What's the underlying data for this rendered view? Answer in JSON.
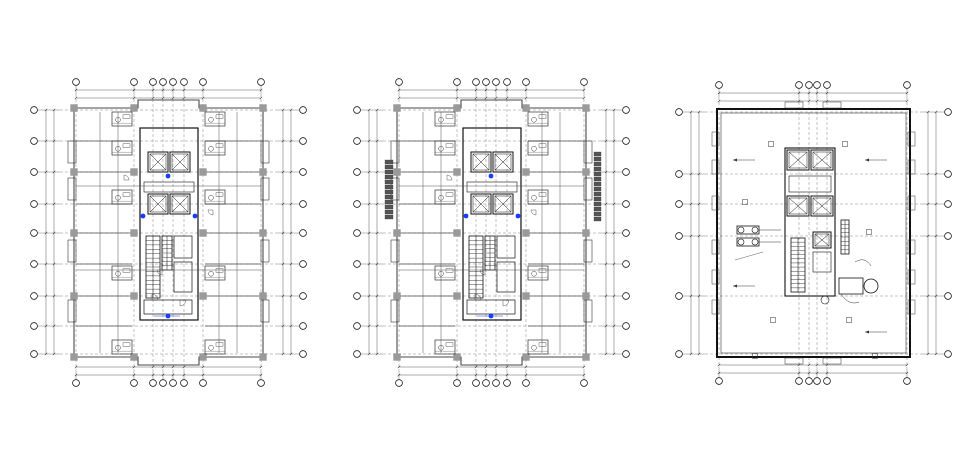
{
  "drawing": {
    "line_color": "#2b2b2b",
    "wall_color": "#4a4a4a",
    "column_color": "#9a9a9a",
    "marker_color": "#1a3cff",
    "background": "#ffffff",
    "plans": [
      {
        "id": "plan-1",
        "type": "typical-floor",
        "has_stair_notes": false
      },
      {
        "id": "plan-2",
        "type": "typical-floor",
        "has_stair_notes": true
      },
      {
        "id": "plan-3",
        "type": "roof-plan",
        "has_stair_notes": false
      }
    ]
  }
}
